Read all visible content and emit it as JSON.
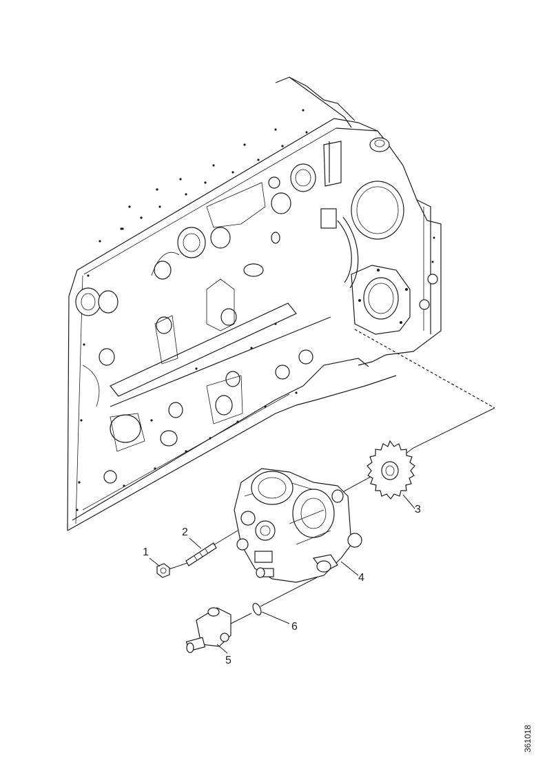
{
  "diagram": {
    "callouts": [
      {
        "id": "1",
        "label": "1"
      },
      {
        "id": "2",
        "label": "2"
      },
      {
        "id": "3",
        "label": "3"
      },
      {
        "id": "4",
        "label": "4"
      },
      {
        "id": "5",
        "label": "5"
      },
      {
        "id": "6",
        "label": "6"
      }
    ],
    "reference_code": "361018"
  }
}
